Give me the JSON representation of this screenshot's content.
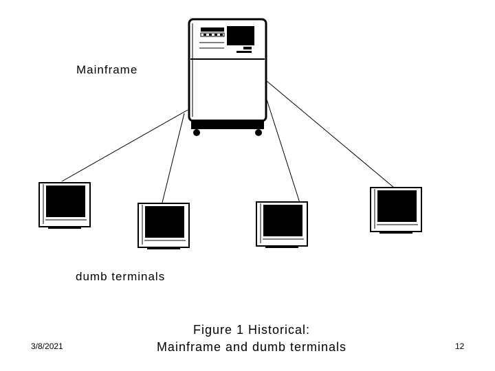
{
  "diagram": {
    "mainframe_label": "Mainframe",
    "terminals_label": "dumb terminals"
  },
  "caption": {
    "line1": "Figure 1 Historical:",
    "line2": "Mainframe and dumb terminals"
  },
  "footer": {
    "date": "3/8/2021",
    "page_number": "12"
  }
}
